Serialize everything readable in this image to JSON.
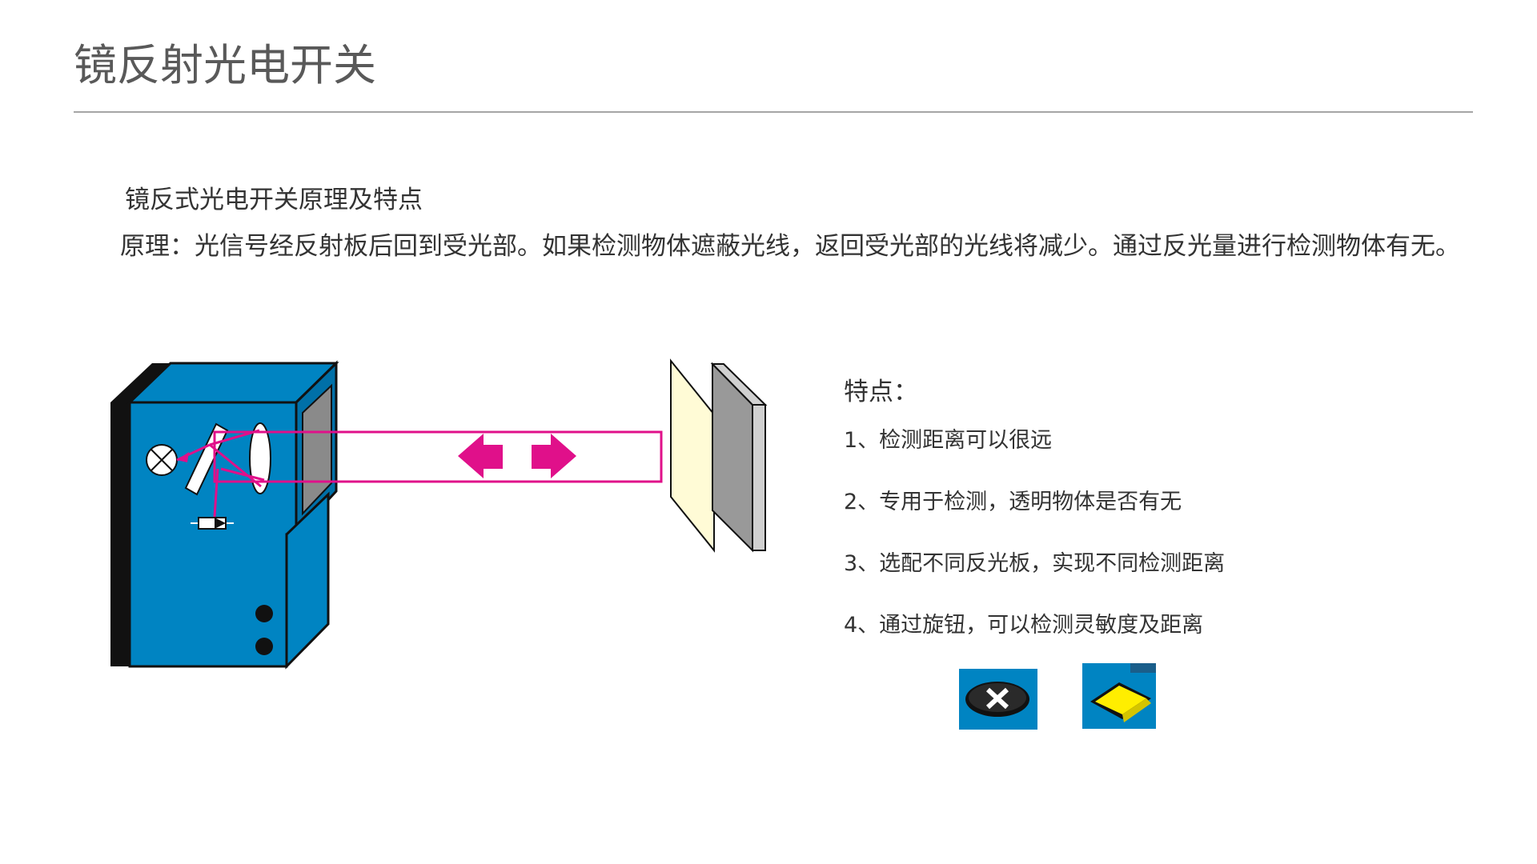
{
  "slide": {
    "title": "镜反射光电开关",
    "subtitle": "镜反式光电开关原理及特点",
    "principle": "原理：光信号经反射板后回到受光部。如果检测物体遮蔽光线，返回受光部的光线将减少。通过反光量进行检测物体有无。"
  },
  "features": {
    "heading": "特点：",
    "items": [
      "1、检测距离可以很远",
      "2、专用于检测，透明物体是否有无",
      "3、选配不同反光板，实现不同检测距离",
      "4、通过旋钮，可以检测灵敏度及距离"
    ]
  },
  "colors": {
    "sensor_body": "#0084c2",
    "sensor_edge": "#111111",
    "beam": "#e0108a",
    "target_object": "#fffbd6",
    "reflector_face": "#999999",
    "reflector_side": "#d0d0d0",
    "indicator_light": "#ffee00"
  },
  "icons": {
    "light_source": "emitter-x-circle-icon",
    "adjust_knob": "knob-x-icon",
    "status_led": "yellow-led-icon"
  }
}
